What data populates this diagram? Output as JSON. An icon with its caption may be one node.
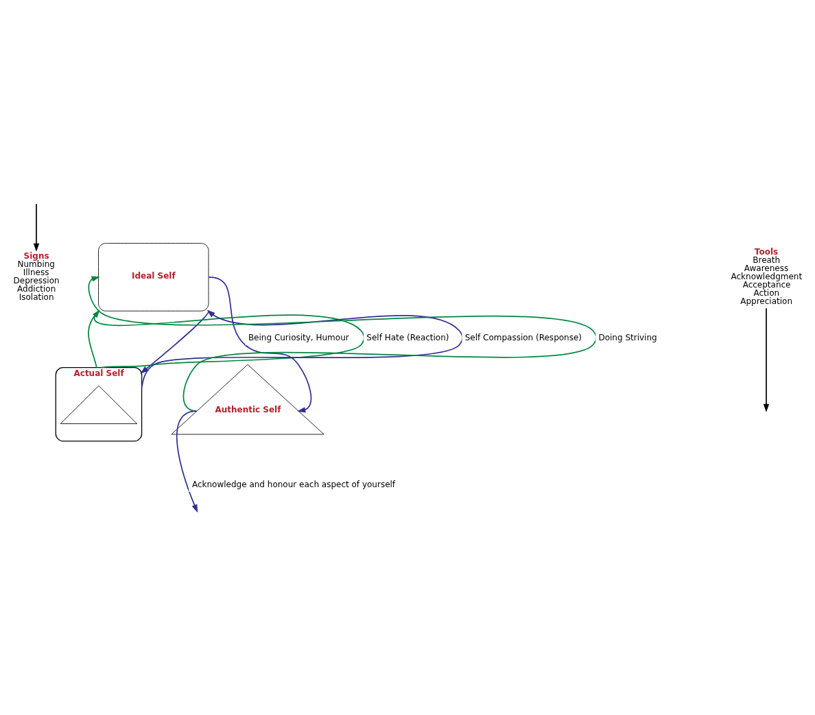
{
  "diagram": {
    "nodes": [
      {
        "text": [
          "Ideal Self"
        ]
      },
      {
        "text": [
          "Actual Self"
        ]
      },
      {
        "text": [],
        "shape": "triangle",
        "in": 1
      },
      {
        "text": [
          "Authentic Self"
        ]
      },
      {
        "text": [
          "Signs",
          "Numbing Illness Depression Addiction Isolation"
        ]
      },
      {
        "text": [
          "Tools",
          "Breath Awareness Acknowledgment Acceptance Action Appreciation"
        ]
      }
    ],
    "edges": [
      {
        "from": 0,
        "to": 1,
        "arrow": "none",
        "color": "#00873e"
      },
      {
        "from": 0,
        "to": 1,
        "arrow": "to",
        "color": "#2e3192"
      },
      {
        "from": 1,
        "to": 0,
        "arrow": "to",
        "label": "Self Hate (Reaction)",
        "color": "#00873e"
      },
      {
        "from": 1,
        "to": 0,
        "arrow": "to",
        "label": "Self Compassion (Response)",
        "color": "#2e3192"
      },
      {
        "from": 0,
        "to": 3,
        "arrow": "to",
        "label": "Being Curiosity, Humour",
        "color": "#2e3192"
      },
      {
        "from": 3,
        "to": 0,
        "arrow": "to",
        "label": "Doing Striving",
        "color": "#00873e"
      },
      {
        "from": null,
        "to": 4,
        "arrow": "to",
        "color": "#000000"
      },
      {
        "from": 5,
        "to": null,
        "arrow": "to",
        "color": "#000000"
      },
      {
        "from": 3,
        "to": null,
        "arrow": "to",
        "label": "Acknowledge and honour each aspect of yourself",
        "color": "#2e3192"
      }
    ]
  }
}
